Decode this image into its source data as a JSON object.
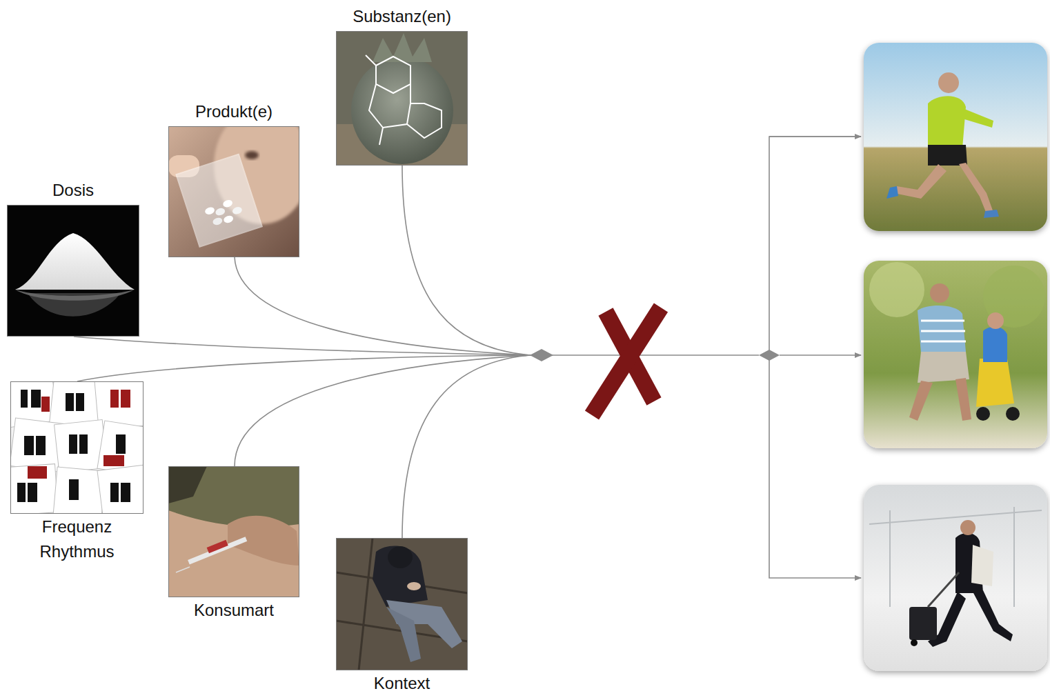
{
  "diagram": {
    "nodes": [
      {
        "text": [
          "Dosis"
        ]
      },
      {
        "text": [
          "Produkt(e)"
        ]
      },
      {
        "text": [
          "Substanz(en)"
        ]
      },
      {
        "text": [
          "Frequenz Rhythmus"
        ]
      },
      {
        "text": [
          "Konsumart"
        ]
      },
      {
        "text": [
          "Kontext"
        ]
      }
    ]
  }
}
